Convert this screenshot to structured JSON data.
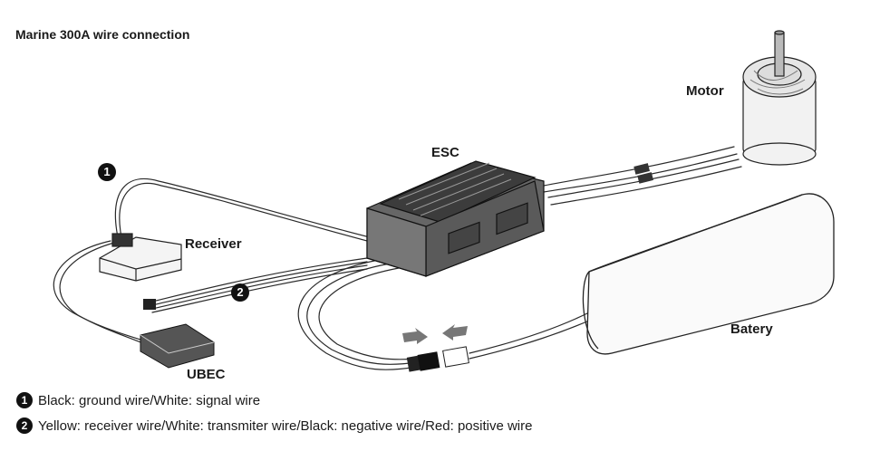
{
  "title": "Marine 300A wire connection",
  "labels": {
    "motor": "Motor",
    "esc": "ESC",
    "receiver": "Receiver",
    "ubec": "UBEC",
    "battery": "Batery"
  },
  "badges": {
    "one": "1",
    "two": "2"
  },
  "legend": [
    {
      "num": "1",
      "text": "Black: ground wire/White: signal wire"
    },
    {
      "num": "2",
      "text": "Yellow: receiver wire/White: transmiter wire/Black: negative wire/Red: positive wire"
    }
  ]
}
